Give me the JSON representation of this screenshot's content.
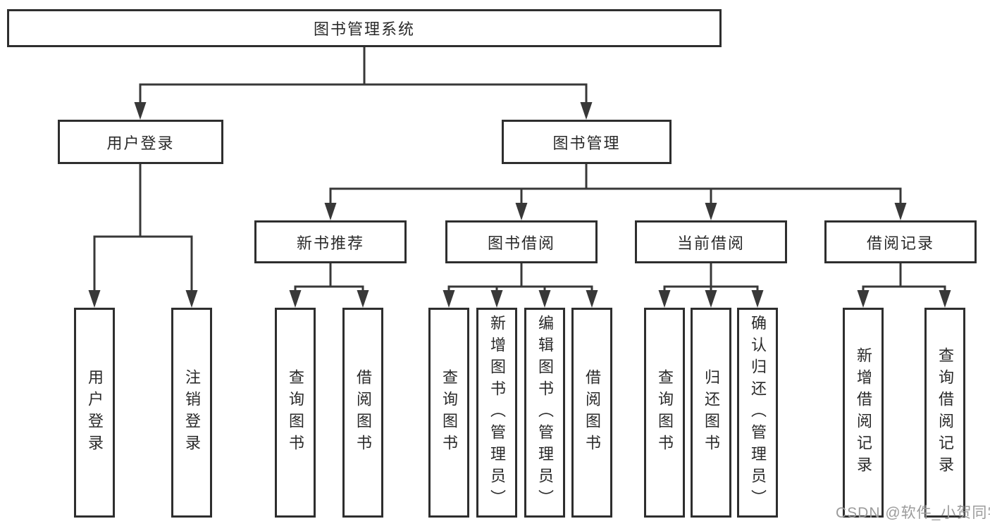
{
  "diagram": {
    "type": "function-structure-tree",
    "labels": {
      "root": "图书管理系统",
      "user_login": "用户登录",
      "book_management": "图书管理",
      "new_book_recommend": "新书推荐",
      "book_borrow": "图书借阅",
      "current_borrow": "当前借阅",
      "borrow_records": "借阅记录",
      "leaf_user_login": "用户登录",
      "leaf_logout": "注销登录",
      "leaf_nbr_query_books": "查询图书",
      "leaf_nbr_borrow_books": "借阅图书",
      "leaf_bb_query_books": "查询图书",
      "leaf_bb_add_books": "新增图书（管理员）",
      "leaf_bb_edit_books": "编辑图书（管理员）",
      "leaf_bb_borrow_books": "借阅图书",
      "leaf_cb_query_books": "查询图书",
      "leaf_cb_return_books": "归还图书",
      "leaf_cb_confirm_return": "确认归还（管理员）",
      "leaf_br_add_record": "新增借阅记录",
      "leaf_br_query_record": "查询借阅记录"
    },
    "hierarchy": {
      "图书管理系统": {
        "用户登录": [
          "用户登录",
          "注销登录"
        ],
        "图书管理": {
          "新书推荐": [
            "查询图书",
            "借阅图书"
          ],
          "图书借阅": [
            "查询图书",
            "新增图书（管理员）",
            "编辑图书（管理员）",
            "借阅图书"
          ],
          "当前借阅": [
            "查询图书",
            "归还图书",
            "确认归还（管理员）"
          ],
          "借阅记录": [
            "新增借阅记录",
            "查询借阅记录"
          ]
        }
      }
    }
  },
  "watermark": "CSDN @软件_小贺同学",
  "colors": {
    "line": "#383838",
    "box_border": "#2e2e2e",
    "text": "#2a2a2a",
    "watermark": "#9b9b9b",
    "background": "#ffffff"
  }
}
